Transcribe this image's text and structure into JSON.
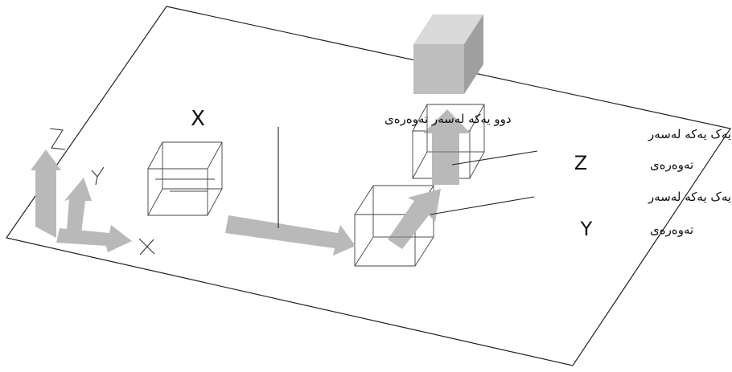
{
  "axes": {
    "x_label": "X",
    "y_label": "Y",
    "z_label": "Z"
  },
  "annotations": {
    "x_move_text": "دوو یەکە لەسەر تەوەرەی",
    "x_move_axis": "X",
    "z_move_text_line1": "یەک یەکە لەسەر",
    "z_move_text_line2": "تەوەرەی",
    "z_move_axis": "Z",
    "y_move_text_line1": "یەک یەکە لەسەر",
    "y_move_text_line2": "تەوەرەی",
    "y_move_axis": "Y"
  },
  "colors": {
    "arrow_fill": "#b9b9b9",
    "cube_top": "#d6d6d6",
    "cube_front": "#bdbdbd",
    "cube_side": "#9e9e9e",
    "line": "#222222"
  }
}
